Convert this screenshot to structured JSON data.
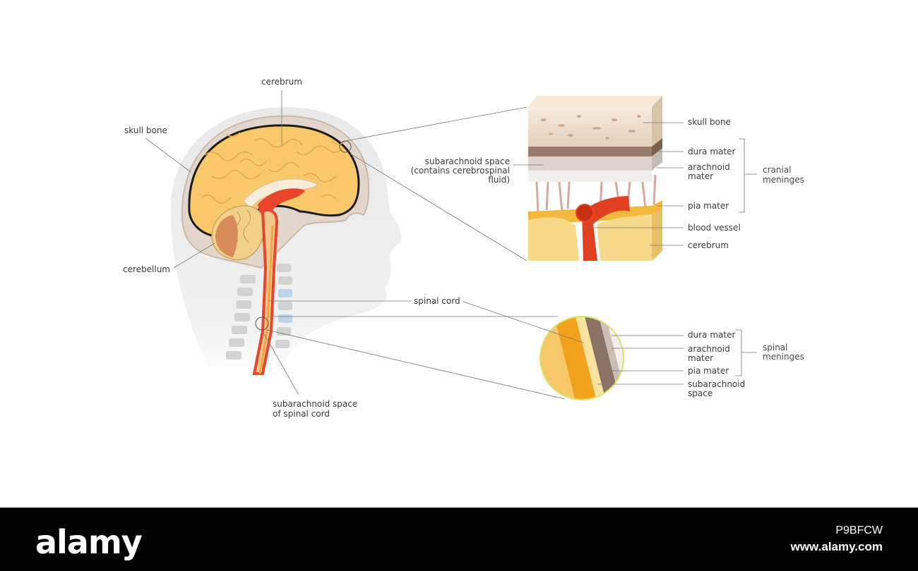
{
  "head_labels": {
    "cerebrum": "cerebrum",
    "skull_bone": "skull bone",
    "cerebellum": "cerebellum",
    "spinal_cord": "spinal cord",
    "subarachnoid_spinal_line1": "subarachnoid space",
    "subarachnoid_spinal_line2": "of spinal cord"
  },
  "cranial_block": {
    "subarachnoid_line1": "subarachnoid space",
    "subarachnoid_line2": "(contains cerebrospinal",
    "subarachnoid_line3": "fluid)",
    "skull_bone": "skull bone",
    "dura_mater": "dura mater",
    "arachnoid_line1": "arachnoid",
    "arachnoid_line2": "mater",
    "pia_mater": "pia mater",
    "blood_vessel": "blood vessel",
    "cerebrum": "cerebrum",
    "group_line1": "cranial",
    "group_line2": "meninges"
  },
  "spinal_detail": {
    "dura_mater": "dura mater",
    "arachnoid_line1": "arachnoid",
    "arachnoid_line2": "mater",
    "pia_mater": "pia mater",
    "subarachnoid_line1": "subarachnoid",
    "subarachnoid_line2": "space",
    "group_line1": "spinal",
    "group_line2": "meninges"
  },
  "footer": {
    "logo": "alamy",
    "image_id": "P9BFCW",
    "site": "www.alamy.com"
  },
  "colors": {
    "brain": "#f9c86a",
    "ventricle": "#e8452c",
    "bone": "#ecd9c4",
    "cerebellum": "#f3d08a",
    "footer_bg": "#000000"
  }
}
